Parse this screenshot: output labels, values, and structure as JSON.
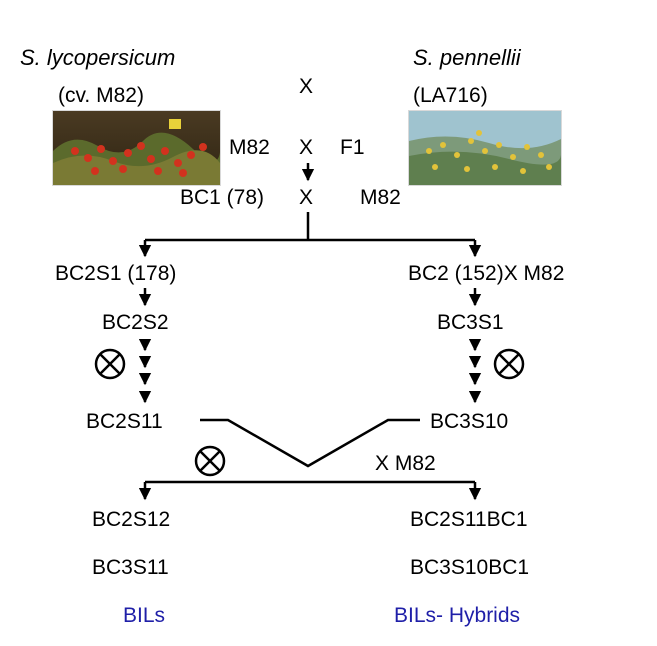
{
  "parent_left": {
    "species": "S. lycopersicum",
    "cultivar": "(cv. M82)"
  },
  "parent_right": {
    "species": "S. pennellii",
    "accession": "(LA716)"
  },
  "cross_symbol": "X",
  "row_f1": {
    "left": "M82",
    "cross": "X",
    "right": "F1"
  },
  "row_bc1": {
    "left": "BC1 (78)",
    "cross": "X",
    "right": "M82"
  },
  "left_branch": {
    "gen1": "BC2S1 (178)",
    "gen2": "BC2S2",
    "gen3": "BC2S11"
  },
  "right_branch": {
    "gen1": "BC2 (152)X M82",
    "gen2": "BC3S1",
    "gen3": "BC3S10"
  },
  "backcross_label": "X M82",
  "left_results": {
    "line1": "BC2S12",
    "line2": "BC3S11",
    "label": "BILs"
  },
  "right_results": {
    "line1": "BC2S11BC1",
    "line2": "BC3S10BC1",
    "label": "BILs- Hybrids"
  },
  "colors": {
    "label_blue": "#1f1fa8",
    "line": "#000000"
  },
  "icons": {
    "selfing": "circled-x-icon",
    "photo_left": "tomato-field-photo",
    "photo_right": "yellow-flower-photo"
  }
}
